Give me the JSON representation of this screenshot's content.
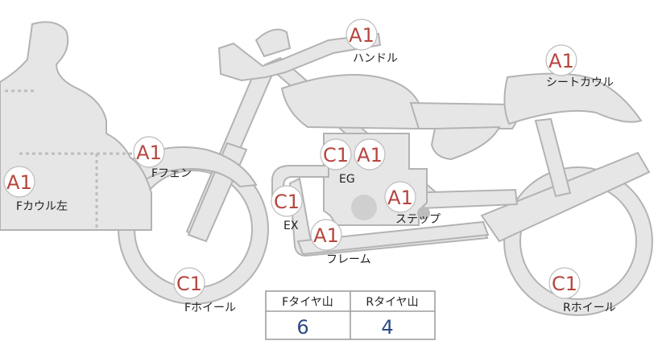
{
  "labels": {
    "handle": {
      "grade": "A1",
      "name": "ハンドル"
    },
    "seat_cowl": {
      "grade": "A1",
      "name": "シートカウル"
    },
    "f_fender": {
      "grade": "A1",
      "name": "Fフェン"
    },
    "f_cowl_left": {
      "grade": "A1",
      "name": "Fカウル左"
    },
    "eg": {
      "grade_left": "C1",
      "grade_right": "A1",
      "name": "EG"
    },
    "ex": {
      "grade": "C1",
      "name": "EX"
    },
    "step": {
      "grade": "A1",
      "name": "ステップ"
    },
    "frame": {
      "grade": "A1",
      "name": "フレーム"
    },
    "f_wheel": {
      "grade": "C1",
      "name": "Fホイール"
    },
    "r_wheel": {
      "grade": "C1",
      "name": "Rホイール"
    }
  },
  "tire_table": {
    "headers": [
      "Fタイヤ山",
      "Rタイヤ山"
    ],
    "values": [
      "6",
      "4"
    ]
  },
  "colors": {
    "grade_text": "#b5463f",
    "value_text": "#2d4a87",
    "part_fill": "#e6e6e6",
    "part_stroke": "#b3b3b3"
  }
}
